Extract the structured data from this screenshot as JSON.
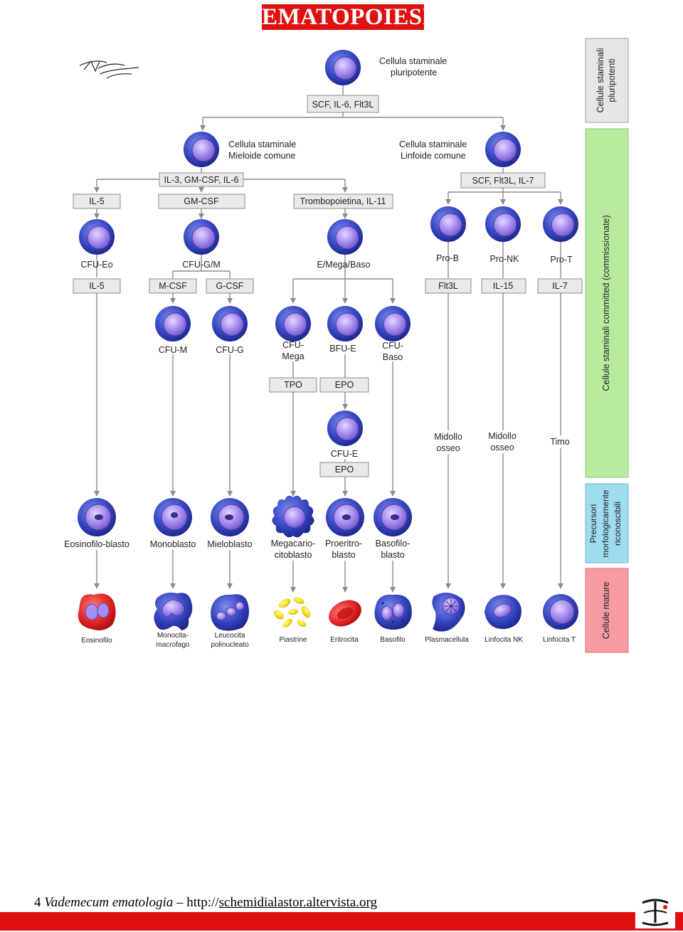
{
  "title": "EMATOPOIESI",
  "stem": {
    "label1": "Cellula staminale",
    "label2": "pluripotente"
  },
  "factors": {
    "root": "SCF, IL-6, Flt3L",
    "myeloid_root": "IL-3, GM-CSF, IL-6",
    "lymphoid_root": "SCF, Flt3L, IL-7",
    "il5_top": "IL-5",
    "gmcsf": "GM-CSF",
    "thrombo": "Trombopoietina, IL-11",
    "il5_mid": "IL-5",
    "mcsf": "M-CSF",
    "gcsf": "G-CSF",
    "flt3l": "Flt3L",
    "il15": "IL-15",
    "il7": "IL-7",
    "tpo": "TPO",
    "epo1": "EPO",
    "epo2": "EPO"
  },
  "progenitors": {
    "myeloid_l1": "Cellula staminale",
    "myeloid_l2": "Mieloide comune",
    "lymphoid_l1": "Cellula staminale",
    "lymphoid_l2": "Linfoide comune",
    "cfu_eo": "CFU-Eo",
    "cfu_gm": "CFU-G/M",
    "e_mega_baso": "E/Mega/Baso",
    "pro_b": "Pro-B",
    "pro_nk": "Pro-NK",
    "pro_t": "Pro-T",
    "cfu_m": "CFU-M",
    "cfu_g": "CFU-G",
    "cfu_mega_1": "CFU-",
    "cfu_mega_2": "Mega",
    "bfu_e": "BFU-E",
    "cfu_baso_1": "CFU-",
    "cfu_baso_2": "Baso",
    "cfu_e": "CFU-E",
    "bm1_l1": "Midollo",
    "bm1_l2": "osseo",
    "bm2_l1": "Midollo",
    "bm2_l2": "osseo",
    "timo": "Timo"
  },
  "precursors": {
    "eosinofilo_blasto": "Eosinofilo-blasto",
    "monoblasto": "Monoblasto",
    "mieloblasto": "Mieloblasto",
    "megacario_1": "Megacario-",
    "megacario_2": "citoblasto",
    "proeritro_1": "Proeritro-",
    "proeritro_2": "blasto",
    "basofilo_1": "Basofilo-",
    "basofilo_2": "blasto"
  },
  "mature": {
    "eosinofilo": "Eosinofilo",
    "monocita_1": "Monocita-",
    "monocita_2": "macrofago",
    "leucocita_1": "Leucocita",
    "leucocita_2": "polinucleato",
    "piastrine": "Piastrine",
    "eritrocita": "Eritrocita",
    "basofilo": "Basofilo",
    "plasmacellula": "Plasmacellula",
    "linfocita_nk": "Linfocita NK",
    "linfocita_t": "Linfocita T"
  },
  "sidebar": {
    "pluri_1": "Cellule staminali",
    "pluri_2": "pluripotenti",
    "committed": "Cellule staminali committed (commissionate)",
    "precursori_1": "Precursori",
    "precursori_2": "morfologicamente",
    "precursori_3": "riconoscibili",
    "mature": "Cellule mature"
  },
  "colors": {
    "title_red": "#e01010",
    "sidebar_grey": "#e6e6e6",
    "sidebar_green": "#b9eb9e",
    "sidebar_blue": "#9fdcf0",
    "sidebar_pink": "#f79ba3",
    "cell_blue": "#2e3fb5",
    "nucleus": "#a788f0",
    "eosinophil_red": "#e02020",
    "platelet_yellow": "#f2d80a",
    "erythrocyte_red": "#d81818"
  },
  "footer": {
    "page_number": "4",
    "book": "Vademecum ematologia",
    "dash": " – http://",
    "url": "schemidialastor.altervista.org"
  }
}
